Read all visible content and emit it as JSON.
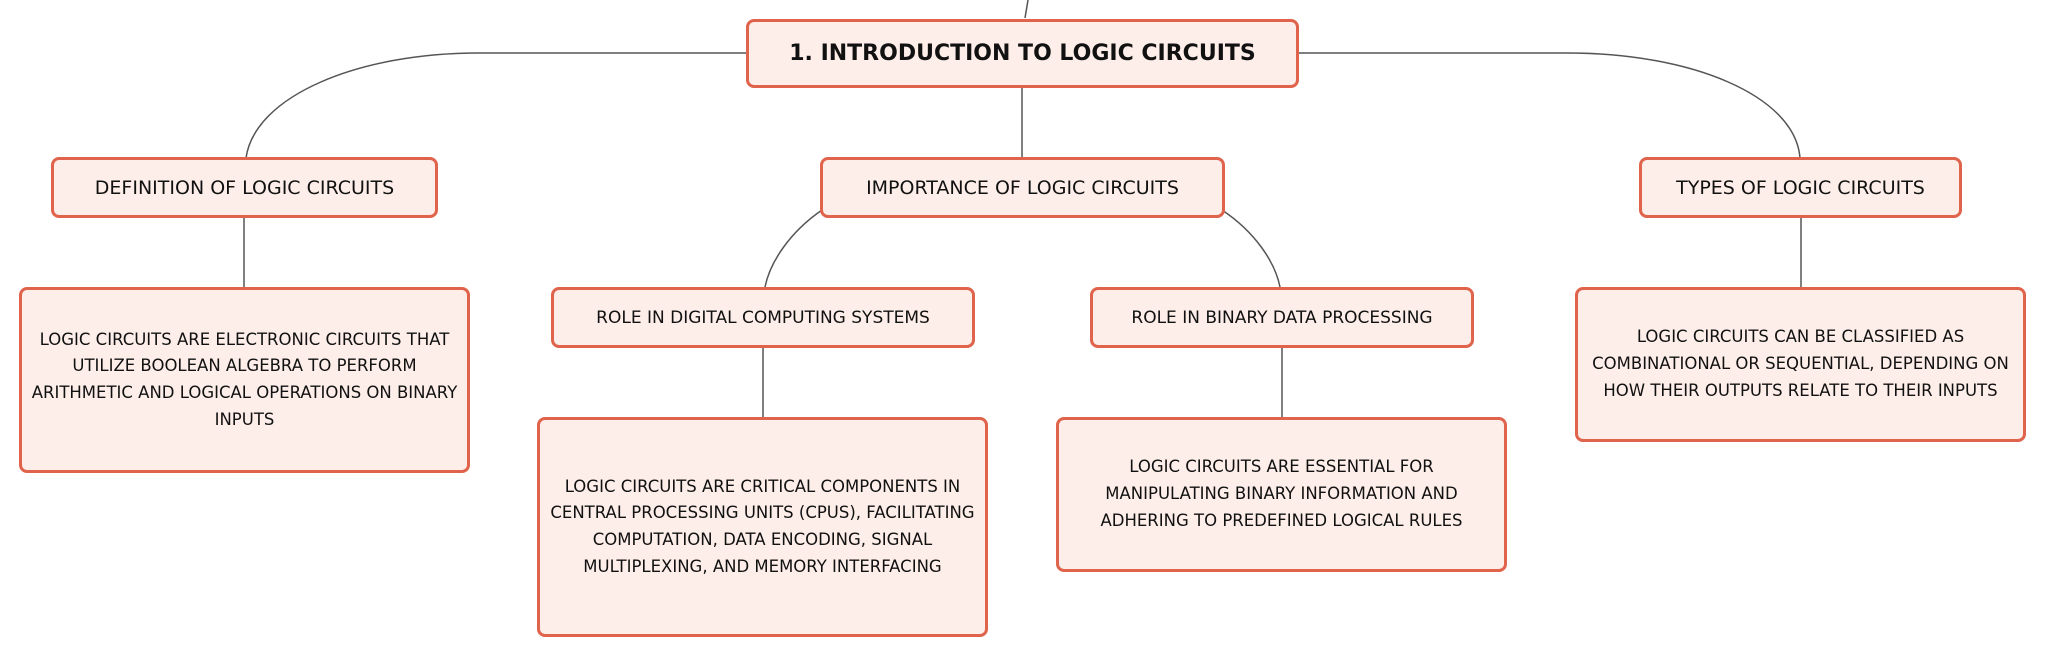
{
  "colors": {
    "node_fill": "#fdeee9",
    "node_border": "#e0634c",
    "connector": "#555555",
    "text": "#111111"
  },
  "root": {
    "label": "1. INTRODUCTION TO LOGIC CIRCUITS"
  },
  "branches": [
    {
      "label": "DEFINITION OF LOGIC CIRCUITS",
      "details": "LOGIC CIRCUITS ARE ELECTRONIC CIRCUITS THAT UTILIZE BOOLEAN ALGEBRA TO PERFORM ARITHMETIC AND LOGICAL OPERATIONS ON BINARY INPUTS"
    },
    {
      "label": "IMPORTANCE OF LOGIC CIRCUITS",
      "children": [
        {
          "label": "ROLE IN DIGITAL COMPUTING SYSTEMS",
          "details": "LOGIC CIRCUITS ARE CRITICAL COMPONENTS IN CENTRAL PROCESSING UNITS (CPUS), FACILITATING COMPUTATION, DATA ENCODING, SIGNAL MULTIPLEXING, AND MEMORY INTERFACING"
        },
        {
          "label": "ROLE IN BINARY DATA PROCESSING",
          "details": "LOGIC CIRCUITS ARE ESSENTIAL FOR MANIPULATING BINARY INFORMATION AND ADHERING TO PREDEFINED LOGICAL RULES"
        }
      ]
    },
    {
      "label": "TYPES OF LOGIC CIRCUITS",
      "details": "LOGIC CIRCUITS CAN BE CLASSIFIED AS COMBINATIONAL OR SEQUENTIAL, DEPENDING ON HOW THEIR OUTPUTS RELATE TO THEIR INPUTS"
    }
  ]
}
